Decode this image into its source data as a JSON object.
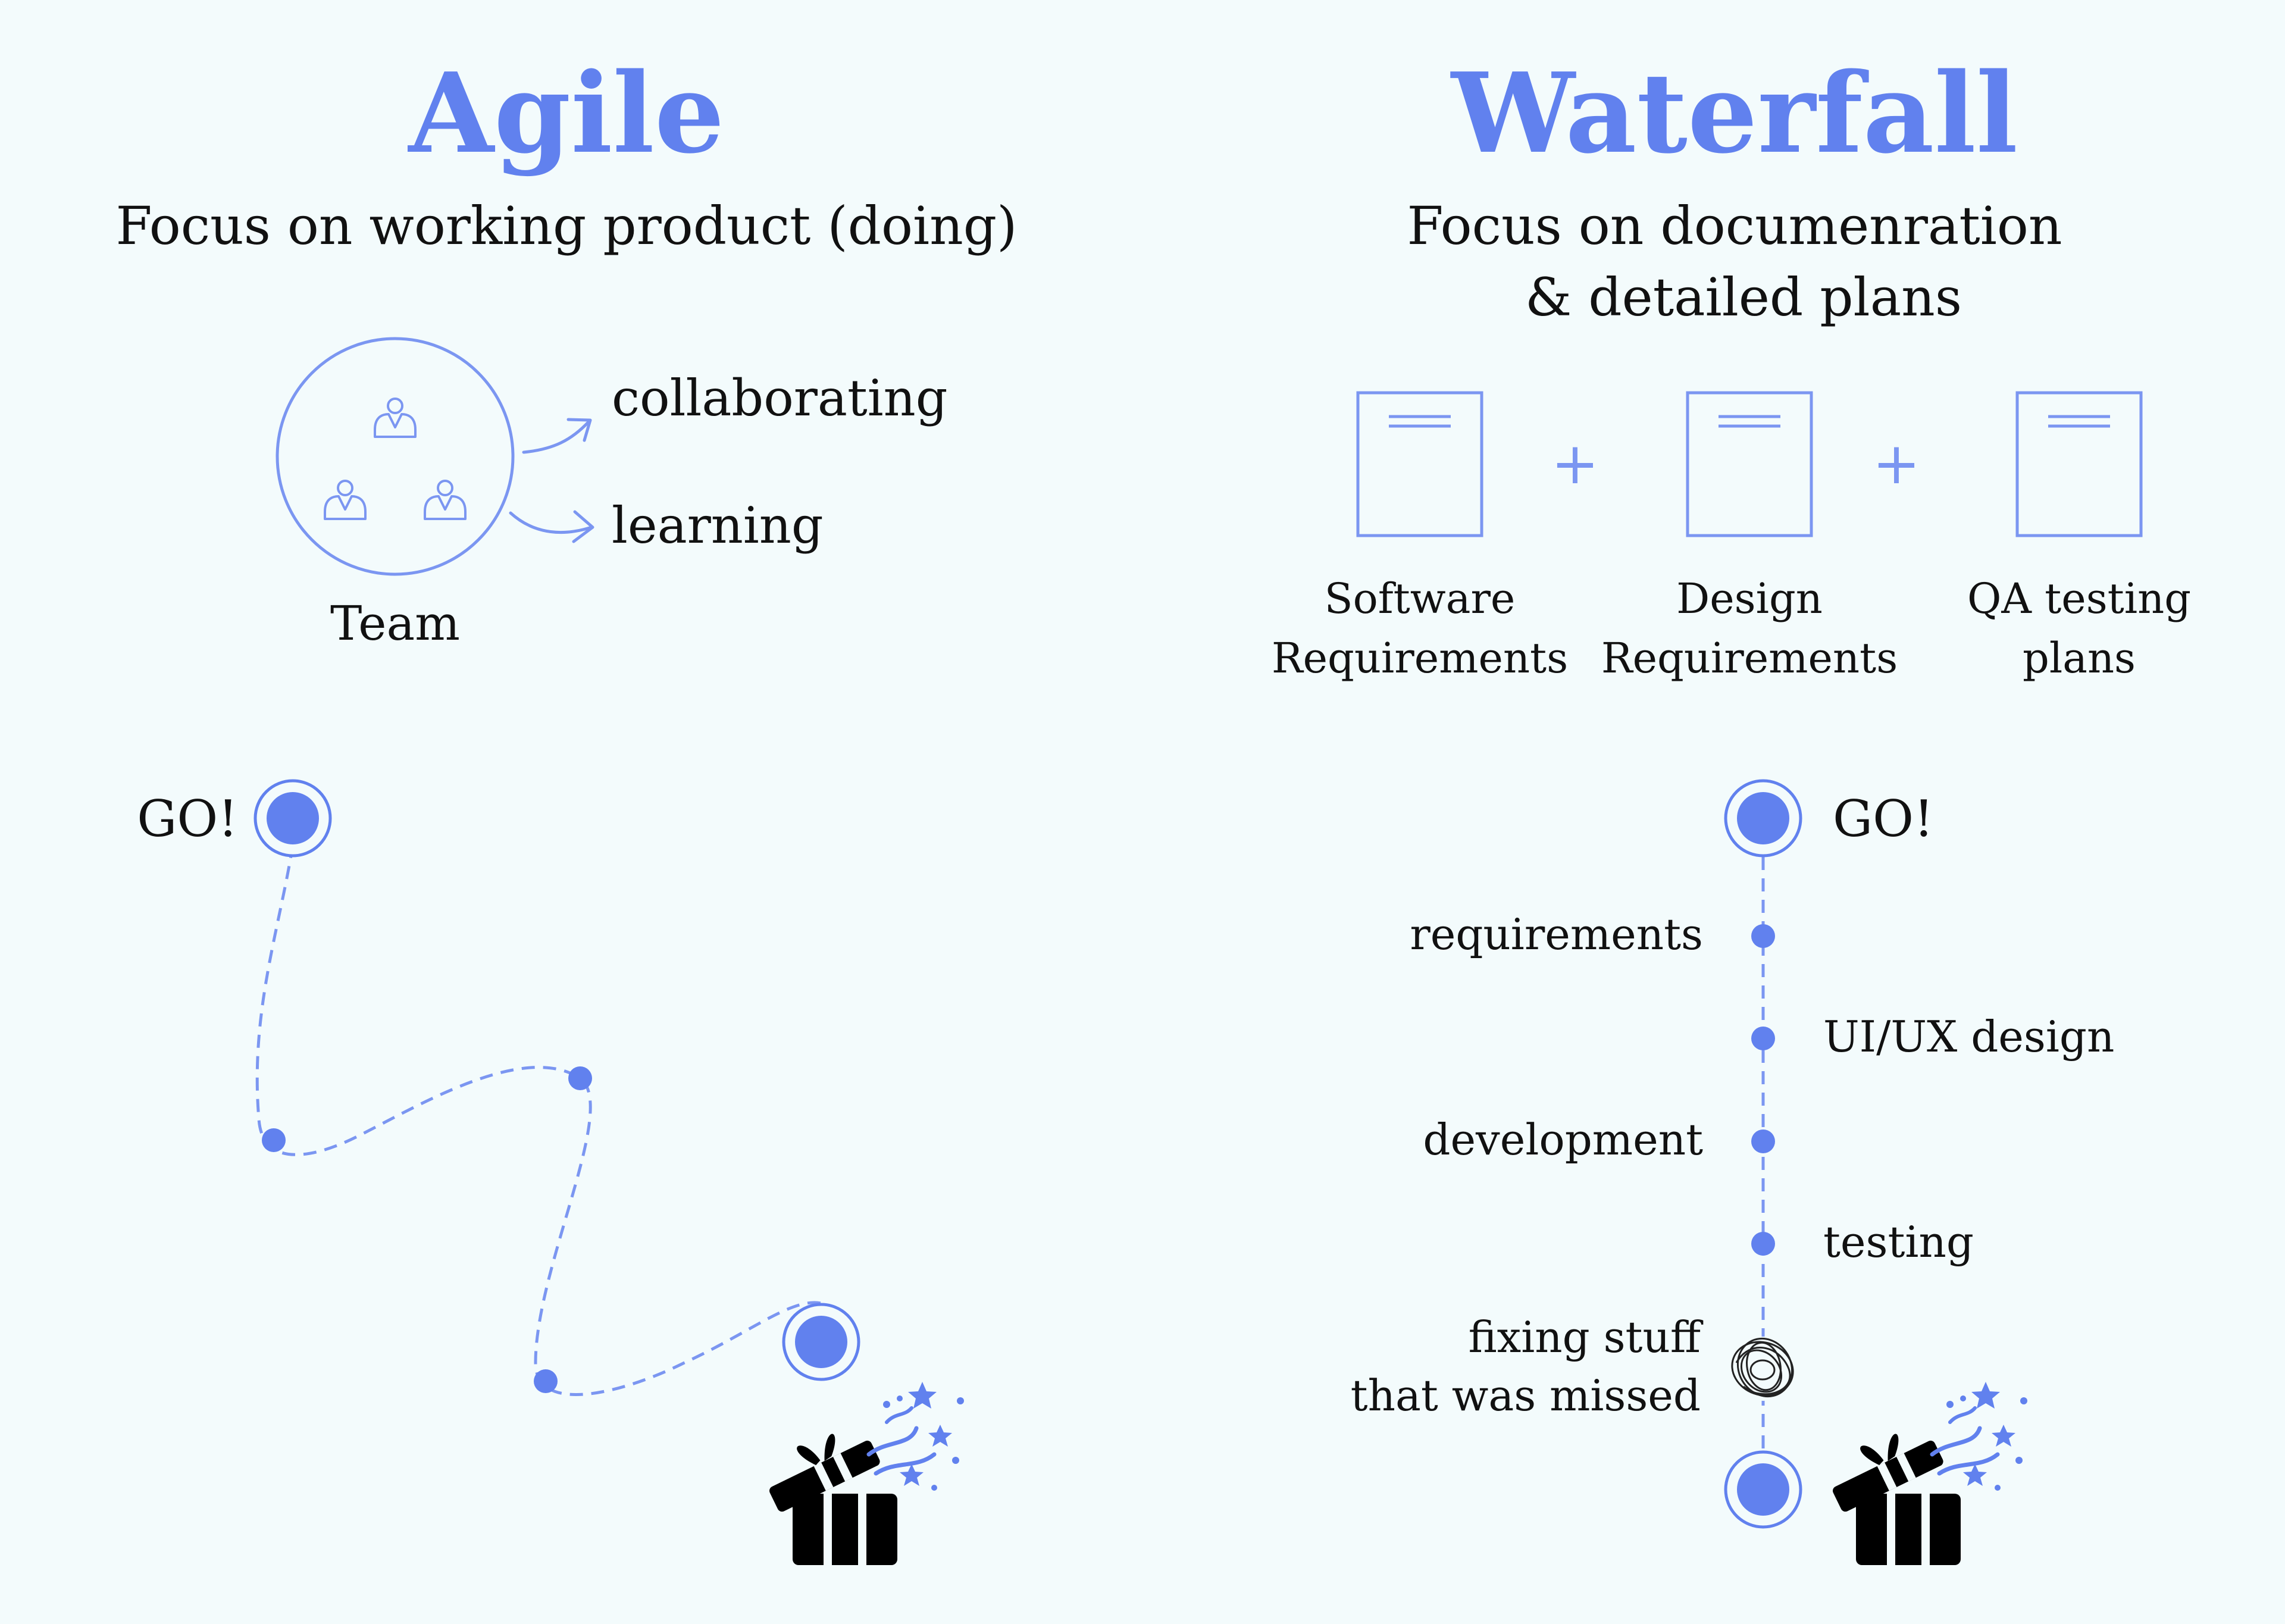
{
  "colors": {
    "background": "#f3fbfc",
    "accent": "#6181ee",
    "line_light": "#8aa2f2",
    "text": "#111111",
    "gift": "#000000"
  },
  "agile": {
    "title": "Agile",
    "subtitle": "Focus on working product (doing)",
    "team": {
      "label": "Team",
      "icon": "team-people-icon",
      "outputs": [
        "collaborating",
        "learning"
      ]
    },
    "path": {
      "start_label": "GO!",
      "end_icon": "gift-box-icon"
    }
  },
  "waterfall": {
    "title": "Waterfall",
    "subtitle_lines": [
      "Focus on documenration",
      "& detailed plans"
    ],
    "documents": [
      {
        "label_lines": [
          "Software",
          "Requirements"
        ]
      },
      {
        "label_lines": [
          "Design",
          "Requirements"
        ]
      },
      {
        "label_lines": [
          "QA testing",
          "plans"
        ]
      }
    ],
    "plus_symbol": "+",
    "timeline": {
      "start_label": "GO!",
      "steps": [
        {
          "label_lines": [
            "requirements"
          ],
          "side": "left"
        },
        {
          "label_lines": [
            "UI/UX design"
          ],
          "side": "right"
        },
        {
          "label_lines": [
            "development"
          ],
          "side": "left"
        },
        {
          "label_lines": [
            "testing"
          ],
          "side": "right"
        },
        {
          "label_lines": [
            "fixing stuff",
            "that was missed"
          ],
          "side": "left",
          "marker": "scribble-icon"
        }
      ],
      "end_icon": "gift-box-icon"
    }
  }
}
